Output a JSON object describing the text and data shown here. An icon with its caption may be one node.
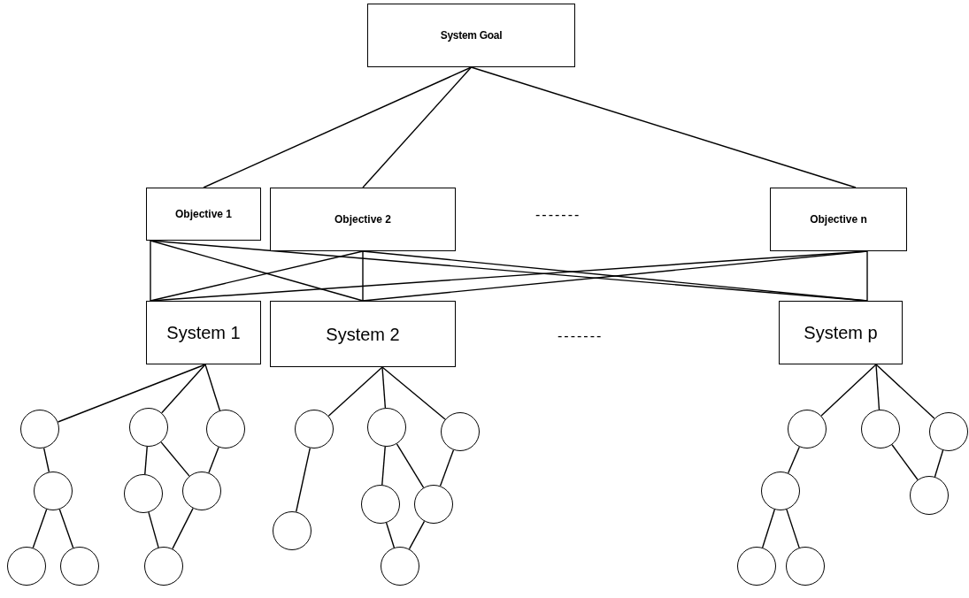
{
  "diagram": {
    "nodes": [
      {
        "text": [
          "System Goal"
        ]
      },
      {
        "text": [
          "Objective 1"
        ]
      },
      {
        "text": [
          "Objective 2"
        ]
      },
      {
        "text": [
          "Objective n"
        ]
      },
      {
        "text": [
          "System 1"
        ]
      },
      {
        "text": [
          "System 2"
        ]
      },
      {
        "text": [
          "System p"
        ]
      },
      {
        "text": [],
        "shape": "circle"
      },
      {
        "text": [],
        "shape": "circle"
      },
      {
        "text": [],
        "shape": "circle"
      },
      {
        "text": [],
        "shape": "circle"
      },
      {
        "text": [],
        "shape": "circle"
      },
      {
        "text": [],
        "shape": "circle"
      },
      {
        "text": [],
        "shape": "circle"
      },
      {
        "text": [],
        "shape": "circle"
      },
      {
        "text": [],
        "shape": "circle"
      },
      {
        "text": [],
        "shape": "circle"
      },
      {
        "text": [],
        "shape": "circle"
      },
      {
        "text": [],
        "shape": "circle"
      },
      {
        "text": [],
        "shape": "circle"
      },
      {
        "text": [],
        "shape": "circle"
      },
      {
        "text": [],
        "shape": "circle"
      },
      {
        "text": [],
        "shape": "circle"
      },
      {
        "text": [],
        "shape": "circle"
      },
      {
        "text": [],
        "shape": "circle"
      },
      {
        "text": [],
        "shape": "circle"
      },
      {
        "text": [],
        "shape": "circle"
      },
      {
        "text": [],
        "shape": "circle"
      },
      {
        "text": [],
        "shape": "circle"
      },
      {
        "text": [],
        "shape": "circle"
      }
    ],
    "edges": [
      {
        "from": 0,
        "to": 1,
        "arrow": "none"
      },
      {
        "from": 0,
        "to": 2,
        "arrow": "none"
      },
      {
        "from": 0,
        "to": 3,
        "arrow": "none"
      },
      {
        "from": 1,
        "to": 4,
        "arrow": "none"
      },
      {
        "from": 1,
        "to": 5,
        "arrow": "none"
      },
      {
        "from": 1,
        "to": 6,
        "arrow": "none"
      },
      {
        "from": 2,
        "to": 4,
        "arrow": "none"
      },
      {
        "from": 2,
        "to": 5,
        "arrow": "none"
      },
      {
        "from": 2,
        "to": 6,
        "arrow": "none"
      },
      {
        "from": 3,
        "to": 4,
        "arrow": "none"
      },
      {
        "from": 3,
        "to": 5,
        "arrow": "none"
      },
      {
        "from": 3,
        "to": 6,
        "arrow": "none"
      },
      {
        "from": 4,
        "to": 7,
        "arrow": "none"
      },
      {
        "from": 4,
        "to": 8,
        "arrow": "none"
      },
      {
        "from": 4,
        "to": 9,
        "arrow": "none"
      },
      {
        "from": 7,
        "to": 10,
        "arrow": "none"
      },
      {
        "from": 8,
        "to": 11,
        "arrow": "none"
      },
      {
        "from": 8,
        "to": 12,
        "arrow": "none"
      },
      {
        "from": 9,
        "to": 12,
        "arrow": "none"
      },
      {
        "from": 10,
        "to": 13,
        "arrow": "none"
      },
      {
        "from": 10,
        "to": 14,
        "arrow": "none"
      },
      {
        "from": 11,
        "to": 15,
        "arrow": "none"
      },
      {
        "from": 12,
        "to": 15,
        "arrow": "none"
      },
      {
        "from": 5,
        "to": 16,
        "arrow": "none"
      },
      {
        "from": 5,
        "to": 17,
        "arrow": "none"
      },
      {
        "from": 5,
        "to": 18,
        "arrow": "none"
      },
      {
        "from": 16,
        "to": 19,
        "arrow": "none"
      },
      {
        "from": 17,
        "to": 20,
        "arrow": "none"
      },
      {
        "from": 17,
        "to": 21,
        "arrow": "none"
      },
      {
        "from": 18,
        "to": 21,
        "arrow": "none"
      },
      {
        "from": 20,
        "to": 22,
        "arrow": "none"
      },
      {
        "from": 21,
        "to": 22,
        "arrow": "none"
      },
      {
        "from": 6,
        "to": 23,
        "arrow": "none"
      },
      {
        "from": 6,
        "to": 24,
        "arrow": "none"
      },
      {
        "from": 6,
        "to": 25,
        "arrow": "none"
      },
      {
        "from": 23,
        "to": 26,
        "arrow": "none"
      },
      {
        "from": 24,
        "to": 27,
        "arrow": "none"
      },
      {
        "from": 25,
        "to": 27,
        "arrow": "none"
      },
      {
        "from": 26,
        "to": 28,
        "arrow": "none"
      },
      {
        "from": 26,
        "to": 29,
        "arrow": "none"
      }
    ],
    "labels": [
      "-------",
      "-------"
    ]
  }
}
